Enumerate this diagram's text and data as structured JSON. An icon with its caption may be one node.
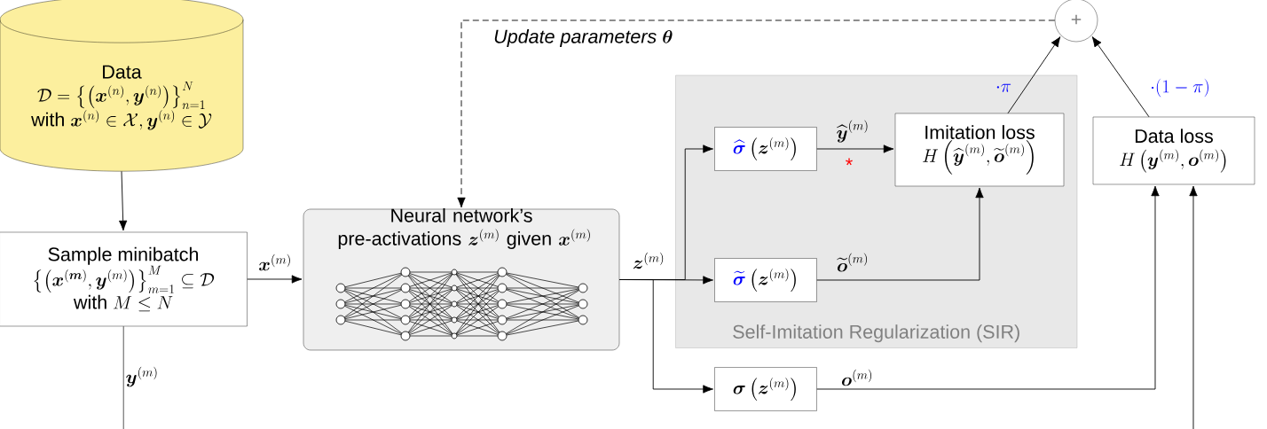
{
  "diagram": {
    "nodes": [
      {
        "text": [
          "Data",
          "\\mathcal{D}=\\left\\{\\left(\\boldsymbol{x}^{(n)},\\boldsymbol{y}^{(n)}\\right)\\right\\}_{n=1}^{N}",
          "\\text{with }\\boldsymbol{x}^{(n)}\\in\\mathcal{X},\\boldsymbol{y}^{(n)}\\in\\mathcal{Y}"
        ]
      },
      {
        "text": [
          "Sample minibatch",
          "\\left\\{\\left(\\boldsymbol{x}^{(\\boldsymbol{m})},\\boldsymbol{y}^{(m)}\\right)\\right\\}_{m=1}^{M}\\subseteq\\mathcal{D}",
          "\\text{with }M\\leq N"
        ]
      },
      {
        "text": [
          "\\text{Neural network's}\\allowbreak\\text{ pre-activations }\\boldsymbol{z}^{(m)}\\text{ given }\\boldsymbol{x}^{(m)}"
        ]
      },
      {
        "text": [
          "Self-Imitation Regularization (SIR)"
        ]
      },
      {
        "text": [
          "\\textcolor{blue}{\\widehat{\\boldsymbol{\\sigma}}}\\left(\\boldsymbol{z}^{(m)}\\right)"
        ],
        "in": 3
      },
      {
        "text": [
          "\\textcolor{blue}{\\widetilde{\\boldsymbol{\\sigma}}}\\left(\\boldsymbol{z}^{(m)}\\right)"
        ],
        "in": 3
      },
      {
        "text": [
          "Imitation loss",
          "H\\left(\\widehat{\\boldsymbol{y}}^{(m)},\\widetilde{\\boldsymbol{o}}^{(m)}\\right)"
        ],
        "in": 3
      },
      {
        "text": [
          "\\boldsymbol{\\sigma}\\left(\\boldsymbol{z}^{(m)}\\right)"
        ]
      },
      {
        "text": [
          "Data loss",
          "H\\left(\\boldsymbol{y}^{(m)},\\boldsymbol{o}^{(m)}\\right)"
        ]
      },
      {
        "text": [
          "+"
        ]
      }
    ],
    "edges": [
      {
        "from": 0,
        "to": 1,
        "arrow": "to"
      },
      {
        "from": 1,
        "to": 2,
        "arrow": "to",
        "label": "\\boldsymbol{x}^{(m)}"
      },
      {
        "from": 2,
        "to": 4,
        "arrow": "to"
      },
      {
        "from": 2,
        "to": 5,
        "arrow": "to",
        "label": "\\boldsymbol{z}^{(m)}"
      },
      {
        "from": 2,
        "to": 7,
        "arrow": "to"
      },
      {
        "from": 4,
        "to": 6,
        "arrow": "to",
        "label": "\\widehat{\\boldsymbol{y}}^{(m)}"
      },
      {
        "from": 5,
        "to": 6,
        "arrow": "to",
        "label": "\\widetilde{\\boldsymbol{o}}^{(m)}"
      },
      {
        "from": 7,
        "to": 8,
        "arrow": "to",
        "label": "\\boldsymbol{o}^{(m)}"
      },
      {
        "from": 1,
        "to": 8,
        "arrow": "to",
        "label": "\\boldsymbol{y}^{(m)}"
      },
      {
        "from": 6,
        "to": 9,
        "arrow": "to",
        "label": "\\cdot\\pi"
      },
      {
        "from": 8,
        "to": 9,
        "arrow": "to",
        "label": "\\cdot(1-\\pi)"
      },
      {
        "from": 9,
        "to": 2,
        "arrow": "to",
        "style": "dashed",
        "label": "\\textit{Update parameters }\\boldsymbol{\\theta}"
      }
    ],
    "labels": [
      "*"
    ]
  }
}
